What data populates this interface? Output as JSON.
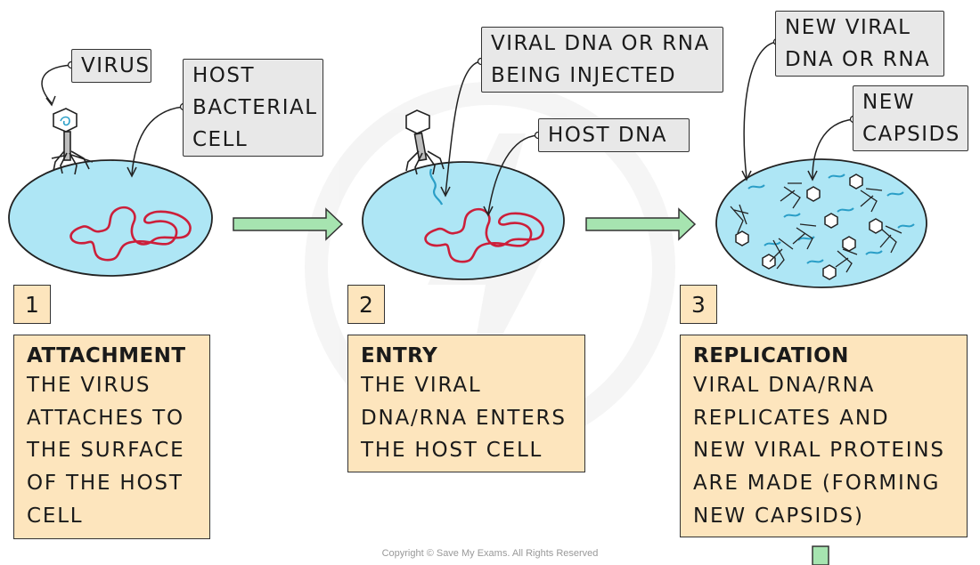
{
  "colors": {
    "cell_fill": "#aee6f5",
    "dna": "#cc1f3a",
    "viral_dna": "#2a9ec7",
    "arrow": "#a6e4b0",
    "box_fill": "#fde5bd",
    "label_fill": "#e8e8e8"
  },
  "labels": {
    "virus": "VIRUS",
    "host_cell": "HOST\nBACTERIAL\nCELL",
    "injected": "VIRAL DNA OR RNA\nBEING INJECTED",
    "host_dna": "HOST DNA",
    "new_dna": "NEW VIRAL\nDNA OR RNA",
    "new_capsids": "NEW\nCAPSIDS"
  },
  "steps": [
    {
      "number": "1",
      "title": "ATTACHMENT",
      "body": "THE VIRUS\nATTACHES TO\nTHE SURFACE\nOF THE HOST\nCELL"
    },
    {
      "number": "2",
      "title": "ENTRY",
      "body": "THE VIRAL\nDNA/RNA ENTERS\nTHE HOST CELL"
    },
    {
      "number": "3",
      "title": "REPLICATION",
      "body": "VIRAL DNA/RNA\nREPLICATES AND\nNEW VIRAL PROTEINS\nARE MADE (FORMING\nNEW CAPSIDS)"
    }
  ],
  "copyright": "Copyright © Save My Exams. All Rights Reserved"
}
